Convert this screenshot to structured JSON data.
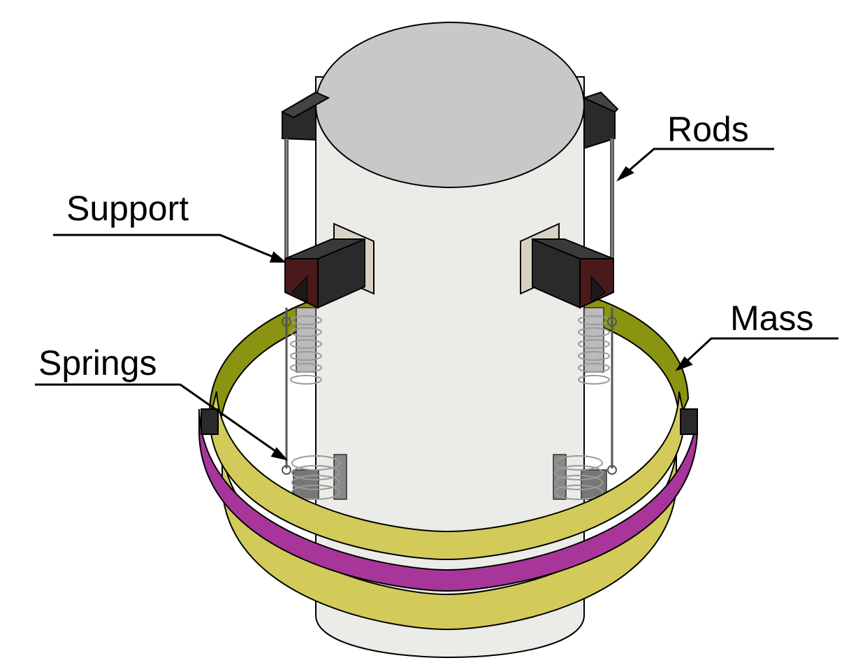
{
  "labels": {
    "rods": "Rods",
    "support": "Support",
    "mass": "Mass",
    "springs": "Springs"
  },
  "colors": {
    "cylinder_body": "#ebebe8",
    "cylinder_top": "#c8c8c8",
    "block": "#2a2a2a",
    "support_plate": "#4a1a1a",
    "pad": "#d8d2c4",
    "ring_inner": "#8a9410",
    "ring_outer_yellow": "#d2cb5a",
    "ring_outer_magenta": "#a8359a",
    "spring": "#9a9a9a",
    "line": "#000000"
  }
}
